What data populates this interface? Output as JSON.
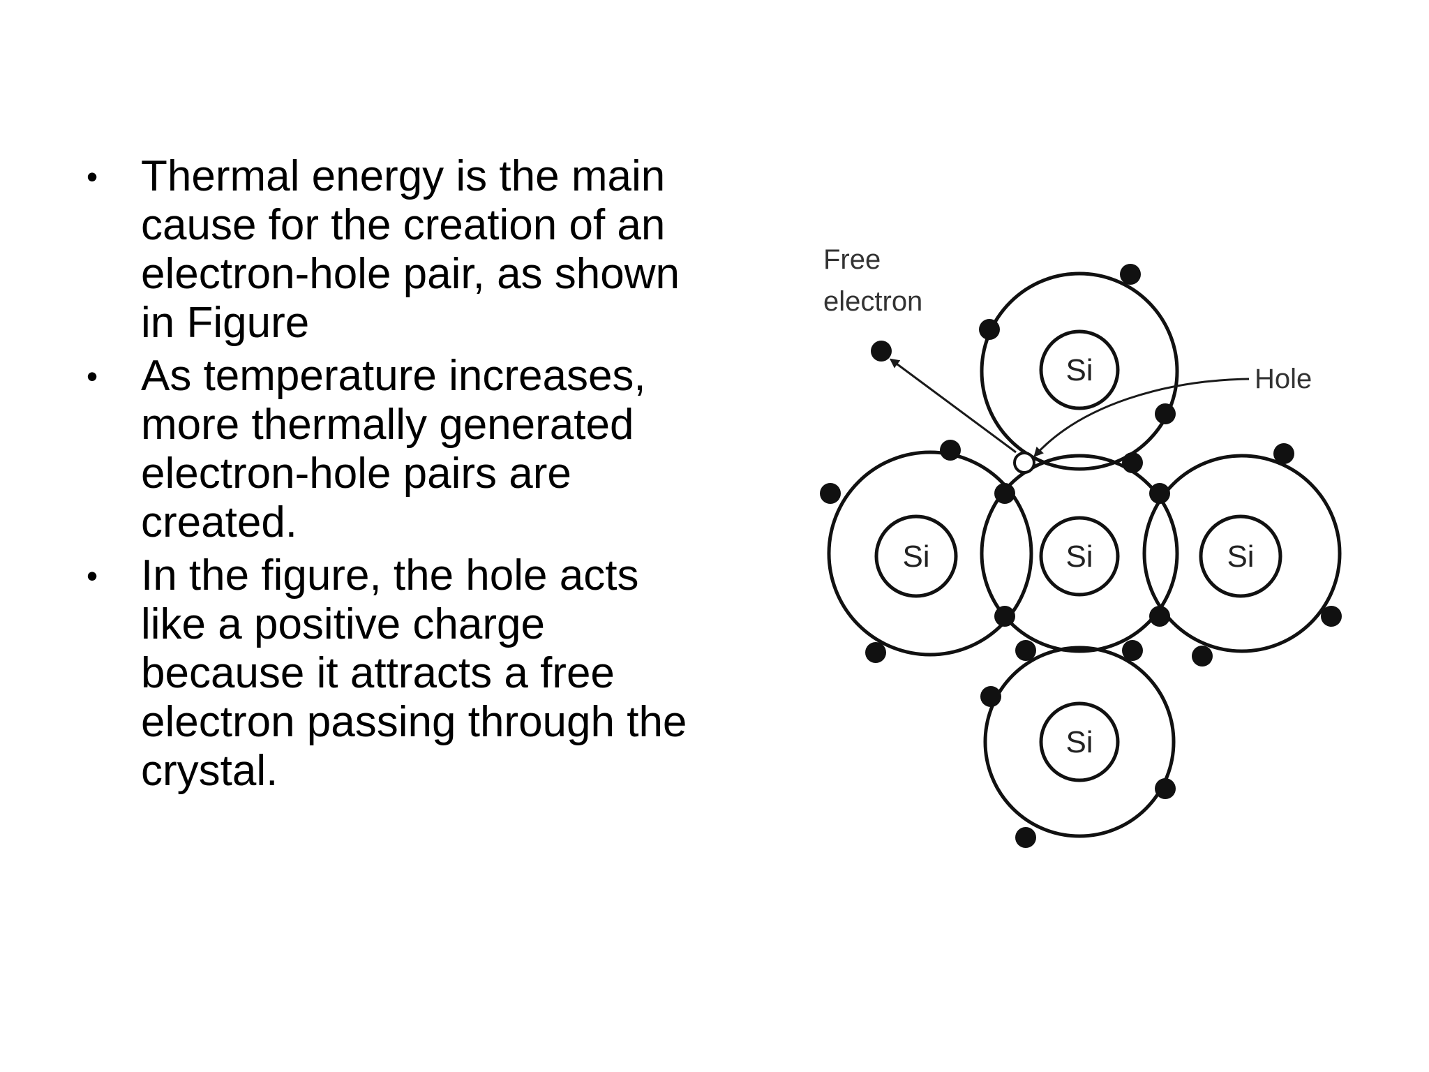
{
  "bullets": [
    {
      "mark": "•",
      "text": "Thermal energy is the main cause for the creation of an electron-hole pair, as shown in Figure"
    },
    {
      "mark": "•",
      "text": " As temperature increases, more thermally generated electron-hole pairs are created."
    },
    {
      "mark": "•",
      "text": " In the figure, the hole acts like a positive charge because it attracts a free electron passing through the crystal."
    }
  ],
  "diagram": {
    "labels": {
      "free_electron_line1": "Free",
      "free_electron_line2": "electron",
      "hole": "Hole"
    },
    "atoms": {
      "top": "Si",
      "left": "Si",
      "center": "Si",
      "right": "Si",
      "bottom": "Si"
    }
  }
}
